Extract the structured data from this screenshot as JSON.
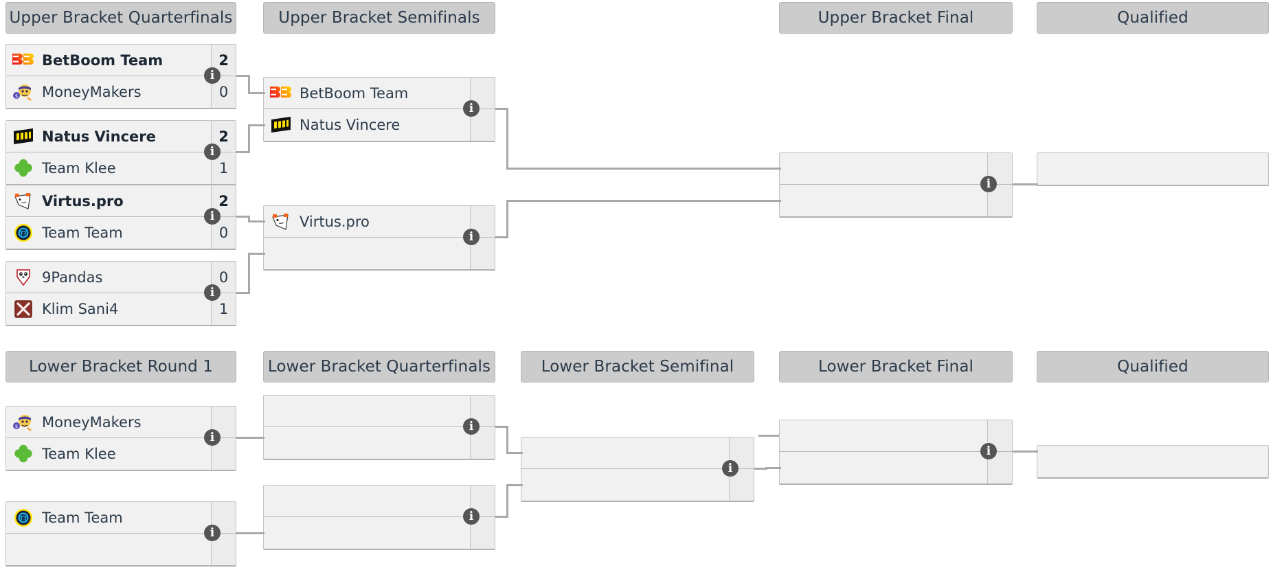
{
  "upper_bracket": {
    "headers": [
      {
        "label": "Upper Bracket Quarterfinals"
      },
      {
        "label": "Upper Bracket Semifinals"
      },
      {
        "label": "Upper Bracket Final"
      },
      {
        "label": "Qualified"
      }
    ],
    "quarterfinals": [
      {
        "top": {
          "name": "BetBoom Team",
          "score": "2",
          "logo": "betboom",
          "winner": true
        },
        "bottom": {
          "name": "MoneyMakers",
          "score": "0",
          "logo": "moneymakers",
          "winner": false
        },
        "info": "i"
      },
      {
        "top": {
          "name": "Natus Vincere",
          "score": "2",
          "logo": "navi",
          "winner": true
        },
        "bottom": {
          "name": "Team Klee",
          "score": "1",
          "logo": "klee",
          "winner": false
        },
        "info": "i"
      },
      {
        "top": {
          "name": "Virtus.pro",
          "score": "2",
          "logo": "virtuspro",
          "winner": true
        },
        "bottom": {
          "name": "Team Team",
          "score": "0",
          "logo": "teamteam",
          "winner": false
        },
        "info": "i"
      },
      {
        "top": {
          "name": "9Pandas",
          "score": "0",
          "logo": "9pandas",
          "winner": false
        },
        "bottom": {
          "name": "Klim Sani4",
          "score": "1",
          "logo": "dota",
          "winner": false
        },
        "info": "i"
      }
    ],
    "semifinals": [
      {
        "top": {
          "name": "BetBoom Team",
          "score": "",
          "logo": "betboom",
          "winner": false
        },
        "bottom": {
          "name": "Natus Vincere",
          "score": "",
          "logo": "navi",
          "winner": false
        },
        "info": "i"
      },
      {
        "top": {
          "name": "Virtus.pro",
          "score": "",
          "logo": "virtuspro",
          "winner": false
        },
        "bottom": {
          "name": "",
          "score": "",
          "logo": "",
          "winner": false
        },
        "info": "i"
      }
    ],
    "final": [
      {
        "top": {
          "name": "",
          "score": "",
          "logo": "",
          "winner": false
        },
        "bottom": {
          "name": "",
          "score": "",
          "logo": "",
          "winner": false
        },
        "info": "i"
      }
    ],
    "qualified": [
      {
        "name": "",
        "logo": ""
      }
    ]
  },
  "lower_bracket": {
    "headers": [
      {
        "label": "Lower Bracket Round 1"
      },
      {
        "label": "Lower Bracket Quarterfinals"
      },
      {
        "label": "Lower Bracket Semifinal"
      },
      {
        "label": "Lower Bracket Final"
      },
      {
        "label": "Qualified"
      }
    ],
    "round1": [
      {
        "top": {
          "name": "MoneyMakers",
          "score": "",
          "logo": "moneymakers",
          "winner": false
        },
        "bottom": {
          "name": "Team Klee",
          "score": "",
          "logo": "klee",
          "winner": false
        },
        "info": "i"
      },
      {
        "top": {
          "name": "Team Team",
          "score": "",
          "logo": "teamteam",
          "winner": false
        },
        "bottom": {
          "name": "",
          "score": "",
          "logo": "",
          "winner": false
        },
        "info": "i"
      }
    ],
    "quarterfinals": [
      {
        "top": {
          "name": "",
          "score": "",
          "logo": "",
          "winner": false
        },
        "bottom": {
          "name": "",
          "score": "",
          "logo": "",
          "winner": false
        },
        "info": "i"
      },
      {
        "top": {
          "name": "",
          "score": "",
          "logo": "",
          "winner": false
        },
        "bottom": {
          "name": "",
          "score": "",
          "logo": "",
          "winner": false
        },
        "info": "i"
      }
    ],
    "semifinal": [
      {
        "top": {
          "name": "",
          "score": "",
          "logo": "",
          "winner": false
        },
        "bottom": {
          "name": "",
          "score": "",
          "logo": "",
          "winner": false
        },
        "info": "i"
      }
    ],
    "final": [
      {
        "top": {
          "name": "",
          "score": "",
          "logo": "",
          "winner": false
        },
        "bottom": {
          "name": "",
          "score": "",
          "logo": "",
          "winner": false
        },
        "info": "i"
      }
    ],
    "qualified": [
      {
        "name": "",
        "logo": ""
      }
    ]
  },
  "colors": {
    "header_bg": "#cccccc",
    "match_bg": "#f1f1f1",
    "score_bg": "#ececec",
    "line": "#a8a8a8",
    "text": "#2b3a4a",
    "info_badge": "#555555"
  }
}
